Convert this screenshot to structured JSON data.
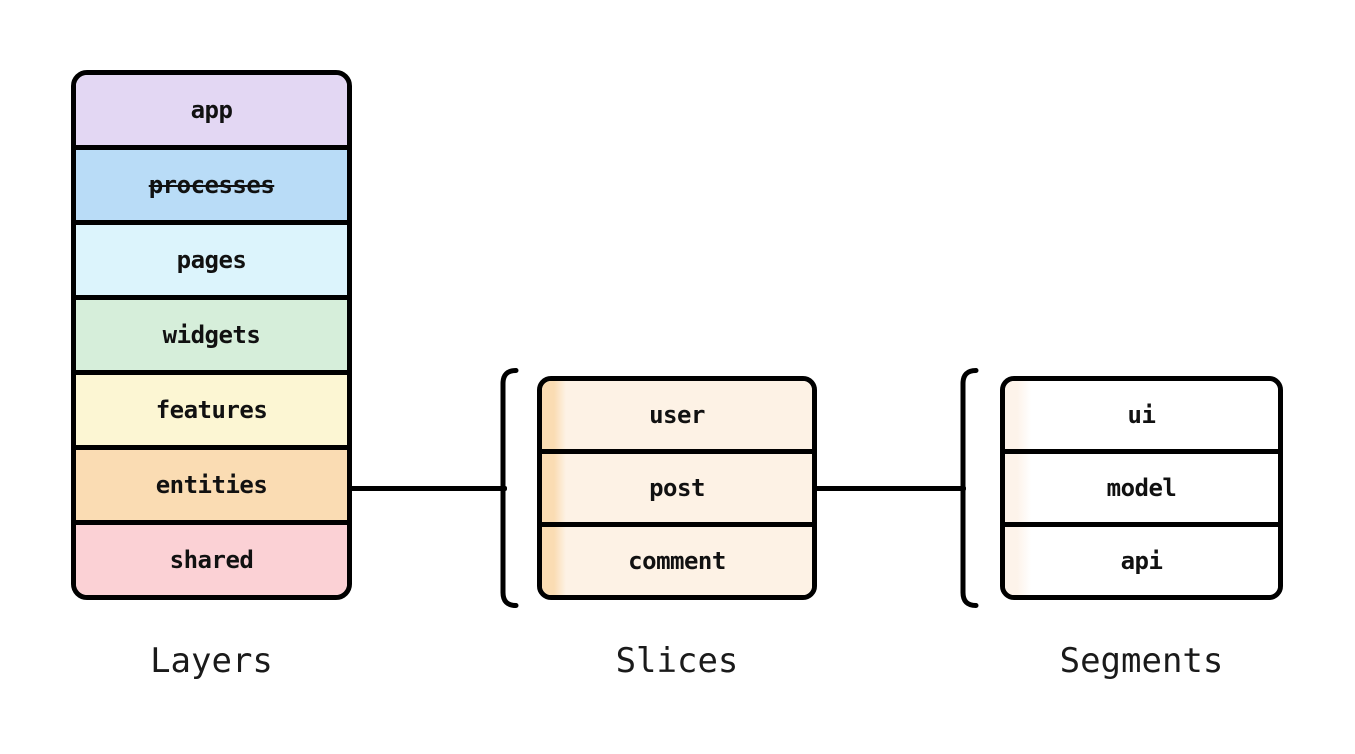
{
  "layers": {
    "caption": "Layers",
    "items": [
      {
        "label": "app"
      },
      {
        "label": "processes",
        "deprecated": true
      },
      {
        "label": "pages"
      },
      {
        "label": "widgets"
      },
      {
        "label": "features"
      },
      {
        "label": "entities"
      },
      {
        "label": "shared"
      }
    ]
  },
  "slices": {
    "caption": "Slices",
    "items": [
      {
        "label": "user"
      },
      {
        "label": "post"
      },
      {
        "label": "comment"
      }
    ]
  },
  "segments": {
    "caption": "Segments",
    "items": [
      {
        "label": "ui"
      },
      {
        "label": "model"
      },
      {
        "label": "api"
      }
    ]
  },
  "colors": {
    "canvas": "#ffffff",
    "stroke": "#000000",
    "text": "#111111",
    "layer-app": "#e3d7f3",
    "layer-processes": "#b9dcf7",
    "layer-pages": "#dcf4fc",
    "layer-widgets": "#d6eeda",
    "layer-features": "#fcf6d3",
    "layer-entities": "#fadcb3",
    "layer-shared": "#fbd1d5",
    "slice-strip": "#fadcb3",
    "slice-bg": "#fdf2e5",
    "segment-strip": "#fdf3ea",
    "segment-bg": "#ffffff"
  }
}
